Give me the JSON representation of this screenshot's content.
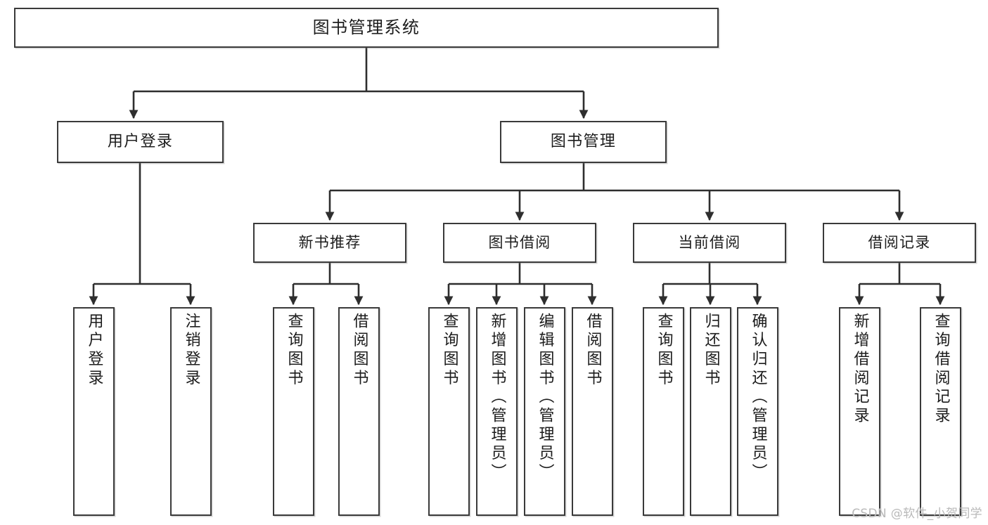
{
  "diagram": {
    "title": "图书管理系统",
    "watermark": "CSDN @软件_小贺同学",
    "colors": {
      "box_border": "#3a3a3a",
      "box_fill": "#ffffff",
      "connector": "#2e2e2e",
      "watermark": "#b9b9b9",
      "background": "#ffffff"
    },
    "root": {
      "label": "图书管理系统"
    },
    "level1": [
      {
        "label": "用户登录"
      },
      {
        "label": "图书管理"
      }
    ],
    "level2": [
      {
        "label": "新书推荐"
      },
      {
        "label": "图书借阅"
      },
      {
        "label": "当前借阅"
      },
      {
        "label": "借阅记录"
      }
    ],
    "leaves": {
      "user_login": [
        {
          "label": "用户登录"
        },
        {
          "label": "注销登录"
        }
      ],
      "new_book_recommend": [
        {
          "label": "查询图书"
        },
        {
          "label": "借阅图书"
        }
      ],
      "book_borrow": [
        {
          "label": "查询图书"
        },
        {
          "label": "新增图书（管理员）"
        },
        {
          "label": "编辑图书（管理员）"
        },
        {
          "label": "借阅图书"
        }
      ],
      "current_borrow": [
        {
          "label": "查询图书"
        },
        {
          "label": "归还图书"
        },
        {
          "label": "确认归还（管理员）"
        }
      ],
      "borrow_record": [
        {
          "label": "新增借阅记录"
        },
        {
          "label": "查询借阅记录"
        }
      ]
    }
  }
}
